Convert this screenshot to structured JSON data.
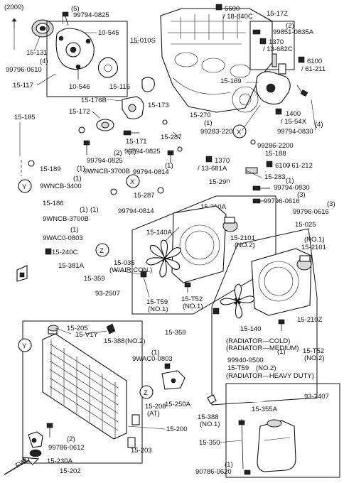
{
  "diagram": {
    "year_tag": "(2000)",
    "labels": {
      "l_15131": "15-131",
      "l_99796_0610": "99796-0610",
      "l_99796_0610_n": "(4)",
      "l_99794_0825a": "99794-0825",
      "l_99794_0825a_n": "(5)",
      "l_10545": "10-545",
      "l_15010s": "15-010S",
      "l_15117": "15-117",
      "l_10546": "10-546",
      "l_15116": "15-116",
      "l_6600": "6600",
      "l_18_840c": "/ 18-840C",
      "l_15_17z": "15-17Z",
      "l_99851": "99851-0835A",
      "l_99851_n": "(2)",
      "l_1370a": "1370",
      "l_13_682c": "/ 13-682C",
      "l_6100a": "6100",
      "l_61_211": "/ 61-211",
      "l_15169": "15-169",
      "l_15173": "15-173",
      "l_15176b": "15-176B",
      "l_1400": "1400",
      "l_15_54x": "/ 15-54X",
      "l_99794_0830a": "99794-0830",
      "l_99794_0830a_n": "(4)",
      "l_15185": "15-185",
      "l_15172": "15-172",
      "l_15270": "15-270",
      "l_99283": "99283-2200",
      "l_99283_n": "(1)",
      "l_15287a": "15-287",
      "l_15171": "15-171",
      "l_99286": "99286-2200",
      "l_15188": "15-188",
      "l_99794_0825b": "99794-0825",
      "l_99794_0825b_n": "(2)",
      "l_99794_0825c": "99794-0825",
      "l_99794_0825c_n": "(2)",
      "l_15189": "15-189",
      "l_9wncb_3700b_a": "9WNCB-3700B",
      "l_9wncb_3700b_a_n": "(1)",
      "l_99794_0814a": "99794-0814",
      "l_99794_0814a_n": "(1)",
      "l_1370b": "1370",
      "l_13_681a": "/ 13-681A",
      "l_6100b": "6100",
      "l_61_212": "/ 61-212",
      "l_15283": "15-283",
      "l_15290": "15-290",
      "l_9wncb_3400": "9WNCB-3400",
      "l_9wncb_3400_n": "(1)",
      "l_99794_0830b": "99794-0830",
      "l_99794_0830b_n": "(1)",
      "l_15287b": "15-287",
      "l_15186": "15-186",
      "l_99796_0616a": "99796-0616",
      "l_99796_0616a_n": "(3)",
      "l_99796_0616b": "99796-0616",
      "l_99796_0616b_n": "(3)",
      "l_99794_0814b": "99794-0814",
      "l_99794_0814b_n": "(1)",
      "l_15210a": "15-210A",
      "l_9wncb_3700b_b": "9WNCB-3700B",
      "l_9wncb_3700b_b_n": "(1)",
      "l_15025": "15-025",
      "l_15140a": "15-140A",
      "l_15_2101a": "15-2101",
      "l_15_2101a_n": "(NO.2)",
      "l_15_2101b": "15-2101",
      "l_15_2101b_n": "(NO.1)",
      "l_9wac0_0803a": "9WAC0-0803",
      "l_9wac0_0803a_n": "(1)",
      "l_15240c": "15-240C",
      "l_15035": "15-035",
      "l_15035_note": "(W/AIR CON.)",
      "l_15381a": "15-381A",
      "l_15359a": "15-359",
      "l_15159": "15-T59",
      "l_15159_n": "(NO.1)",
      "l_15152a": "15-T52",
      "l_15152a_n": "(NO.1)",
      "l_93_2507": "93-2507",
      "l_15205": "15-205",
      "l_15v1y": "15-V1Y",
      "l_15388a": "15-388",
      "l_15388a_n": "(NO.2)",
      "l_15359b": "15-359",
      "l_15140": "15-140",
      "l_15210z": "15-210Z",
      "l_rad_cold": "(RADIATOR—COLD)",
      "l_rad_medium": "(RADIATOR—MEDIUM)",
      "l_15152b": "15-T52",
      "l_15152b_n": "(NO.2)",
      "l_9wac0_0803b": "9WAC0-0803",
      "l_9wac0_0803b_n": "(1)",
      "l_99940": "99940-0500",
      "l_99940_n": "(1)",
      "l_15159b": "15-T59",
      "l_15159b_n": "(NO.2)",
      "l_rad_heavy": "(RADIATOR—HEAVY DUTY)",
      "l_15250a": "15-250A",
      "l_15208": "15-208",
      "l_15208_n": "(AT)",
      "l_15200": "15-200",
      "l_99786_0612": "99786-0612",
      "l_99786_0612_n": "(2)",
      "l_15203": "15-203",
      "l_15230a": "15-230A",
      "l_15202": "15-202",
      "l_93_2407": "93-2407",
      "l_15355a": "15-355A",
      "l_15388b": "15-388",
      "l_15388b_n": "(NO.1)",
      "l_15350": "15-350",
      "l_90786_0620": "90786-0620",
      "l_90786_0620_n": "(1)",
      "fwd": "FWD",
      "ref_x1": "X",
      "ref_x2": "X",
      "ref_y1": "Y",
      "ref_y2": "Y",
      "ref_z1": "Z",
      "ref_z2": "Z"
    }
  }
}
